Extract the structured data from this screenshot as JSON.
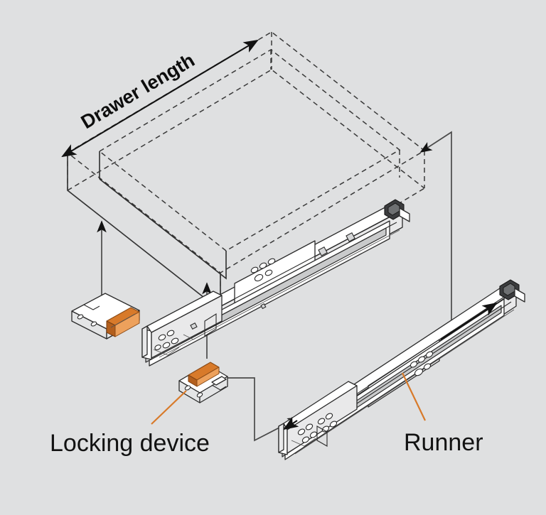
{
  "diagram": {
    "title": "Drawer runner exploded assembly diagram",
    "background_color": "#dfe0e1",
    "accent_color": "#d87a2a",
    "line_color": "#2b2b2b",
    "labels": {
      "drawer_length": "Drawer length",
      "locking_device": "Locking device",
      "runner": "Runner"
    },
    "components": [
      {
        "name": "drawer-box",
        "label": "Drawer length",
        "style": "dashed-outline-isometric"
      },
      {
        "name": "locking-device-left",
        "label": "Locking device",
        "color": "#d87a2a"
      },
      {
        "name": "locking-device-right",
        "label": "Locking device",
        "color": "#d87a2a"
      },
      {
        "name": "runner-upper",
        "label": "Runner",
        "color": "#ffffff"
      },
      {
        "name": "runner-lower",
        "label": "Runner",
        "color": "#ffffff"
      }
    ],
    "annotations": [
      {
        "name": "drawer-length-dimension",
        "type": "double-arrow",
        "text": "Drawer length"
      },
      {
        "name": "locking-device-leader",
        "type": "leader-line",
        "text": "Locking device"
      },
      {
        "name": "runner-leader",
        "type": "leader-line",
        "text": "Runner"
      },
      {
        "name": "assembly-arrow-left",
        "type": "up-arrow"
      },
      {
        "name": "assembly-arrow-center",
        "type": "up-arrow"
      },
      {
        "name": "assembly-arrow-right",
        "type": "elbow-arrow"
      },
      {
        "name": "assembly-arrow-lock",
        "type": "elbow-arrow"
      }
    ]
  }
}
